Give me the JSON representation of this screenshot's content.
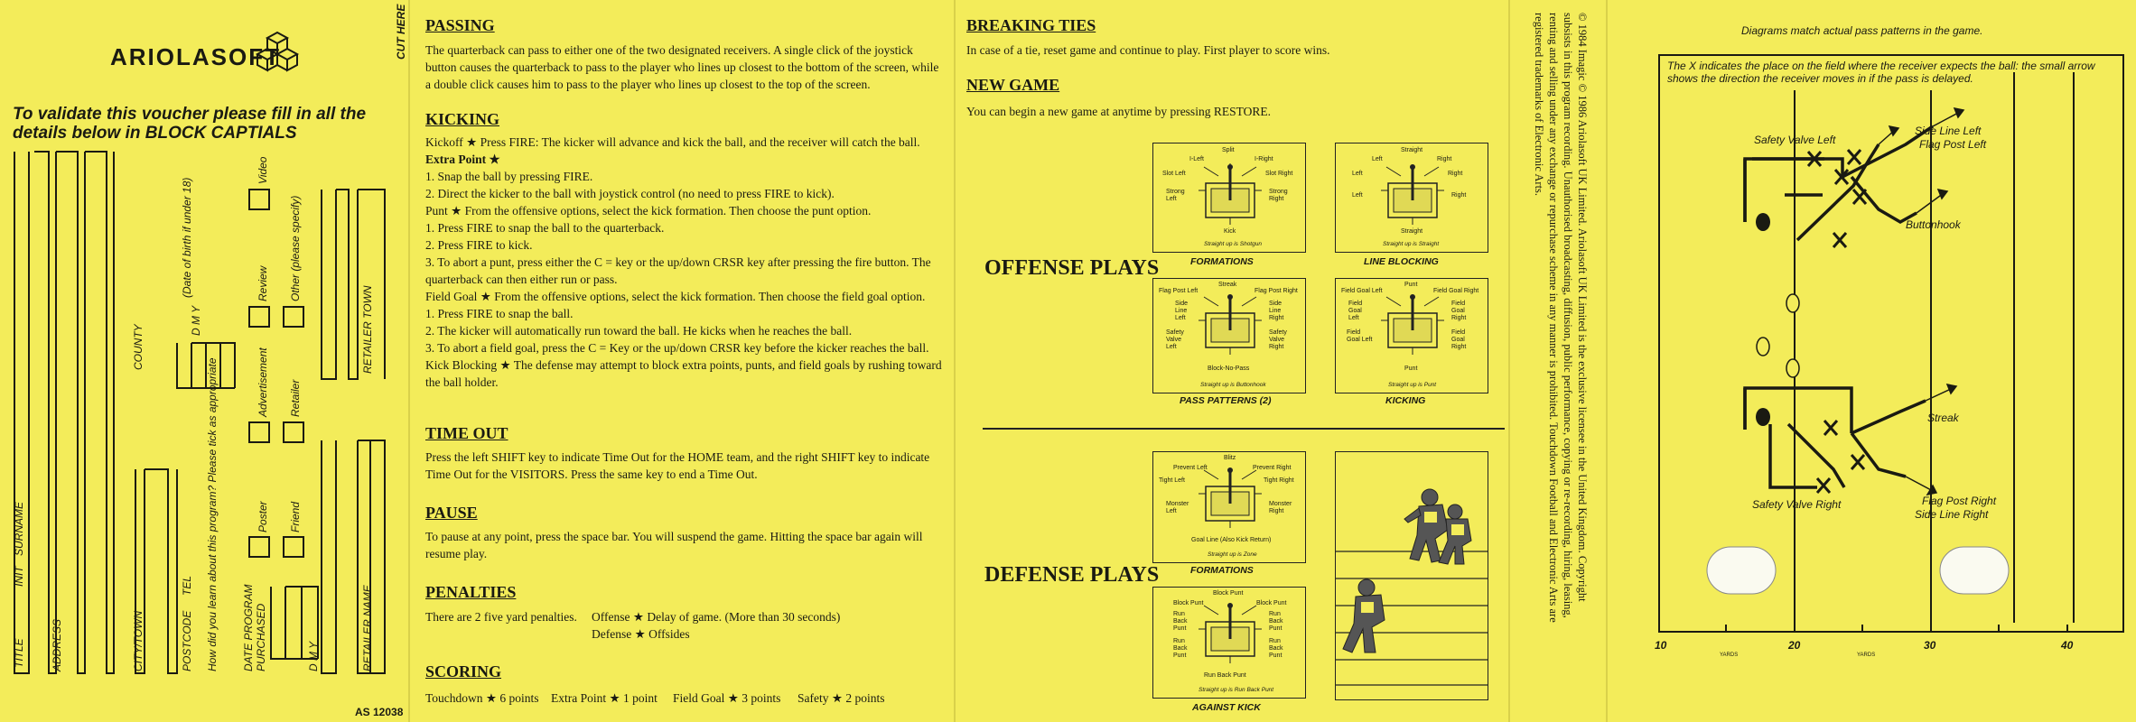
{
  "voucher": {
    "brand": "ARIOLASOFT",
    "instruction": "To validate this voucher please fill in all the details below in BLOCK CAPTIALS",
    "fields": {
      "title": "TITLE",
      "init": "INIT",
      "surname": "SURNAME",
      "address": "ADDRESS",
      "city": "CITY/TOWN",
      "county": "COUNTY",
      "postcode": "POSTCODE",
      "tel": "TEL",
      "dob_dmy": "D   M   Y",
      "dob": "(Date of birth if under 18)",
      "learn": "How did you learn about this program? Please tick as appropriate",
      "poster": "Poster",
      "advertisement": "Advertisement",
      "review": "Review",
      "video": "Video",
      "friend": "Friend",
      "retailer": "Retailer",
      "other": "Other (please specify)",
      "date_program": "DATE PROGRAM",
      "purchased": "PURCHASED",
      "dmy2": "D   M   Y",
      "retailer_name": "RETAILER NAME",
      "retailer_town": "RETAILER TOWN"
    },
    "cut_here": "CUT HERE",
    "code": "AS 12038"
  },
  "rules": {
    "passing_h": "PASSING",
    "passing_body": "The quarterback can pass to either one of the two designated receivers. A single click of the joystick button causes the quarterback to pass to the player who lines up closest to the bottom of the screen, while a double click causes him to pass to the player who lines up closest to the top of the screen.",
    "kicking_h": "KICKING",
    "kicking_lines": [
      "Kickoff ★ Press FIRE: The kicker will advance and kick the ball, and the receiver will catch the ball.",
      "Extra Point ★",
      "1. Snap the ball by pressing FIRE.",
      "2. Direct the kicker to the ball with joystick control (no need to press FIRE to kick).",
      "Punt ★ From the offensive options, select the kick formation. Then choose the punt option.",
      "1. Press FIRE to snap the ball to the quarterback.",
      "2. Press FIRE to kick.",
      "3. To abort a punt, press either the C = key or the up/down CRSR key after pressing the fire button. The quarterback can then either run or pass.",
      "Field Goal ★ From the offensive options, select the kick formation. Then choose the field goal option.",
      "1. Press FIRE to snap the ball.",
      "2. The kicker will automatically run toward the ball. He kicks when he reaches the ball.",
      "3. To abort a field goal, press the C = Key or the up/down CRSR key before the kicker reaches the ball.",
      "Kick Blocking ★ The defense may attempt to block extra points, punts, and field goals by rushing toward the ball holder."
    ],
    "timeout_h": "TIME OUT",
    "timeout_body": "Press the left SHIFT key to indicate Time Out for the HOME team, and the right SHIFT key to indicate Time Out for the VISITORS. Press the same key to end a Time Out.",
    "pause_h": "PAUSE",
    "pause_body": "To pause at any point, press the space bar. You will suspend the game. Hitting the space bar again will resume play.",
    "penalties_h": "PENALTIES",
    "penalties_lead": "There are 2 five yard penalties.",
    "penalty_1": "Offense ★ Delay of game. (More than 30 seconds)",
    "penalty_2": "Defense ★ Offsides",
    "scoring_h": "SCORING",
    "scoring": [
      "Touchdown ★ 6 points",
      "Extra Point ★ 1 point",
      "Field Goal ★ 3 points",
      "Safety ★ 2 points"
    ]
  },
  "plays": {
    "breaking_h": "BREAKING TIES",
    "breaking_body": "In case of a tie, reset game and continue to play. First player to score wins.",
    "newgame_h": "NEW GAME",
    "newgame_body": "You can begin a new game at anytime by pressing RESTORE.",
    "offense_h": "OFFENSE PLAYS",
    "defense_h": "DEFENSE PLAYS",
    "formations": {
      "caption": "FORMATIONS",
      "sub": "Straight up is Shotgun",
      "labels": [
        "Split",
        "I-Left",
        "I-Right",
        "Slot Left",
        "Slot Right",
        "Strong Left",
        "Strong Right",
        "Kick"
      ]
    },
    "line_blocking": {
      "caption": "LINE BLOCKING",
      "sub": "Straight up is Straight",
      "labels": [
        "Straight",
        "Left",
        "Right",
        "Left",
        "Right",
        "Left",
        "Right",
        "Straight"
      ]
    },
    "pass_patterns": {
      "caption": "PASS PATTERNS (2)",
      "sub": "Straight up is Buttonhook",
      "labels": [
        "Streak",
        "Flag Post Left",
        "Flag Post Right",
        "Side Line Left",
        "Side Line Right",
        "Safety Valve Left",
        "Safety Valve Right",
        "Block-No-Pass"
      ]
    },
    "kicking": {
      "caption": "KICKING",
      "sub": "Straight up is Punt",
      "labels": [
        "Punt",
        "Field Goal Left",
        "Field Goal Right",
        "Field Goal Left",
        "Field Goal Right",
        "Field Goal Left",
        "Field Goal Right",
        "Punt"
      ]
    },
    "def_formations": {
      "caption": "FORMATIONS",
      "sub": "Straight up is Zone",
      "labels": [
        "Blitz",
        "Prevent Left",
        "Prevent Right",
        "Tight Left",
        "Tight Right",
        "Monster Left",
        "Monster Right",
        "Goal Line (Also Kick Return)"
      ]
    },
    "against_kick": {
      "caption": "AGAINST KICK",
      "sub": "Straight up is Run Back Punt",
      "labels": [
        "Block Punt",
        "Block Punt",
        "Block Punt",
        "Run Back Punt",
        "Run Back Punt",
        "Run Back Punt",
        "Run Back Punt",
        "Run Back Punt"
      ]
    }
  },
  "legal": "© 1984 Imagic © 1986 Ariolasoft UK Limited. Ariolasoft UK Limited is the exclusive licensee in the United Kingdom. Copyright subsists in this program recording. Unauthorised broadcasting, diffusion, public performance, copying or re-recording, hiring, leasing, renting and selling under any exchange or repurchase scheme in any manner is prohibited. Touchdown Football and Electronic Arts are registered trademarks of Electronic Arts.",
  "field": {
    "top_caption": "Diagrams match actual pass patterns in the game.",
    "explain": "The X indicates the place on the field where the receiver expects the ball: the small arrow shows the direction the receiver moves in if the pass is delayed.",
    "labels": {
      "svl": "Safety Valve Left",
      "sll": "Side Line Left",
      "fpl": "Flag Post Left",
      "bh": "Buttonhook",
      "streak": "Streak",
      "fpr": "Flag Post Right",
      "svr": "Safety Valve Right",
      "slr": "Side Line Right"
    },
    "yards": [
      "10",
      "20",
      "30",
      "40"
    ],
    "yards_word": "YARDS"
  }
}
